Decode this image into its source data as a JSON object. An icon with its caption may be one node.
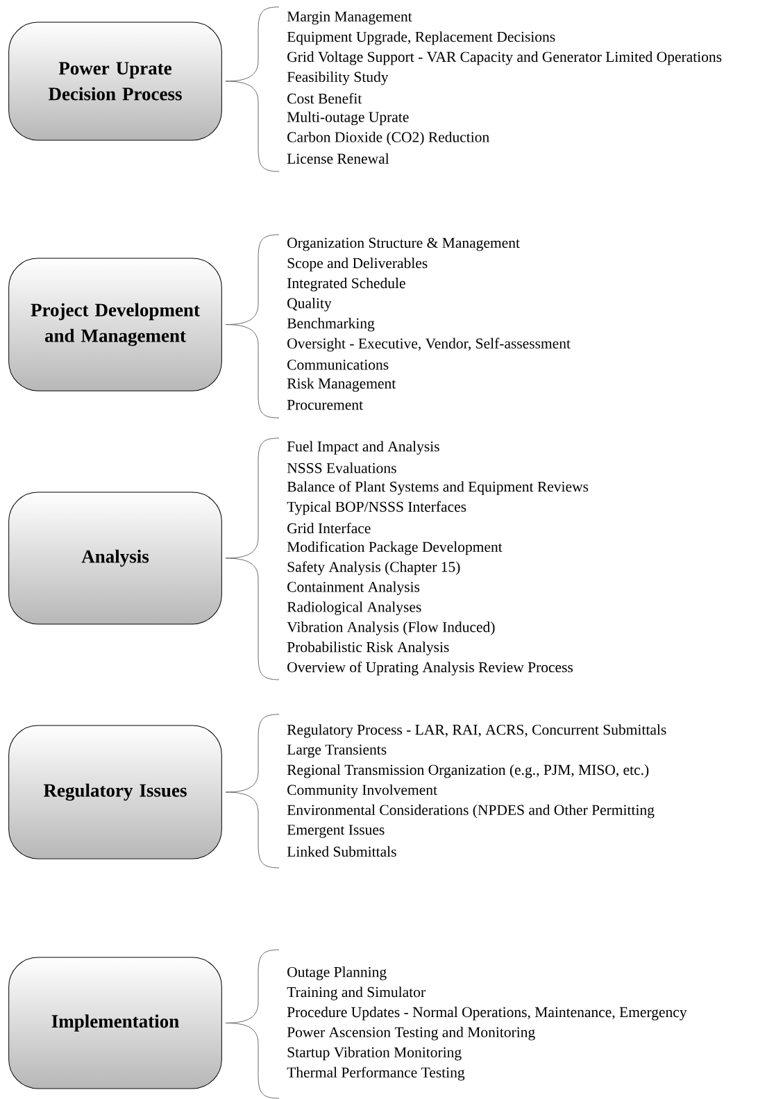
{
  "diagram": {
    "nodes": [
      {
        "text": [
          "Power Uprate Decision Process"
        ],
        "beside": [
          "Margin Management",
          "Equipment Upgrade, Replacement Decisions",
          "Grid Voltage Support - VAR Capacity and Generator Limited Operations",
          "Feasibility Study",
          "Cost Benefit",
          "Multi-outage Uprate",
          "Carbon Dioxide (CO2) Reduction",
          "License Renewal"
        ]
      },
      {
        "text": [
          "Project Development and Management"
        ],
        "beside": [
          "Organization Structure & Management",
          "Scope and Deliverables",
          "Integrated Schedule",
          "Quality",
          "Benchmarking",
          "Oversight - Executive, Vendor, Self-assessment",
          "Communications",
          "Risk Management",
          "Procurement"
        ]
      },
      {
        "text": [
          "Analysis"
        ],
        "beside": [
          "Fuel Impact and Analysis",
          "NSSS Evaluations",
          "Balance of Plant Systems and Equipment Reviews",
          "Typical BOP/NSSS Interfaces",
          "Grid Interface",
          "Modification Package Development",
          "Safety Analysis (Chapter 15)",
          "Containment Analysis",
          "Radiological Analyses",
          "Vibration Analysis (Flow Induced)",
          "Probabilistic Risk Analysis",
          "Overview of Uprating Analysis Review Process"
        ]
      },
      {
        "text": [
          "Regulatory Issues"
        ],
        "beside": [
          "Regulatory Process - LAR, RAI, ACRS, Concurrent Submittals",
          "Large Transients",
          "Regional Transmission Organization (e.g., PJM, MISO, etc.)",
          "Community Involvement",
          "Environmental Considerations (NPDES and Other Permitting",
          "Emergent Issues",
          "Linked Submittals"
        ]
      },
      {
        "text": [
          "Implementation"
        ],
        "beside": [
          "Outage Planning",
          "Training and Simulator",
          "Procedure Updates - Normal Operations, Maintenance, Emergency",
          "Power Ascension Testing and Monitoring",
          "Startup Vibration Monitoring",
          "Thermal Performance Testing"
        ]
      }
    ]
  }
}
